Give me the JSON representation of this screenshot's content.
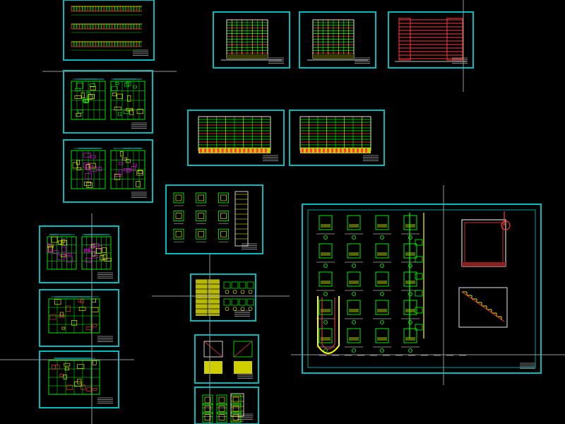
{
  "app": {
    "viewport": "cad-model-space",
    "background": "#000000",
    "frame_color": "#00bcbc",
    "line_colors": [
      "#00ff00",
      "#ffff00",
      "#ff3b3b",
      "#00ffff",
      "#ffffff",
      "#ff00ff"
    ]
  },
  "sheets": [
    {
      "id": "elevation-strip",
      "kind": "elevation-strip"
    },
    {
      "id": "elevation-a",
      "kind": "tower-elevation"
    },
    {
      "id": "elevation-b",
      "kind": "tower-elevation"
    },
    {
      "id": "section-red",
      "kind": "section-red"
    },
    {
      "id": "plan-1",
      "kind": "floor-plan"
    },
    {
      "id": "plan-2",
      "kind": "floor-plan-pink"
    },
    {
      "id": "elevation-c",
      "kind": "wide-elevation"
    },
    {
      "id": "elevation-d",
      "kind": "wide-elevation"
    },
    {
      "id": "details-stair",
      "kind": "details"
    },
    {
      "id": "plan-3",
      "kind": "floor-plan-pink"
    },
    {
      "id": "plan-4",
      "kind": "floor-plan-red"
    },
    {
      "id": "plan-5",
      "kind": "floor-plan-red"
    },
    {
      "id": "schedule-table",
      "kind": "schedule"
    },
    {
      "id": "details-small-1",
      "kind": "details-yellow"
    },
    {
      "id": "details-small-2",
      "kind": "details"
    },
    {
      "id": "details-large",
      "kind": "large-details"
    }
  ]
}
